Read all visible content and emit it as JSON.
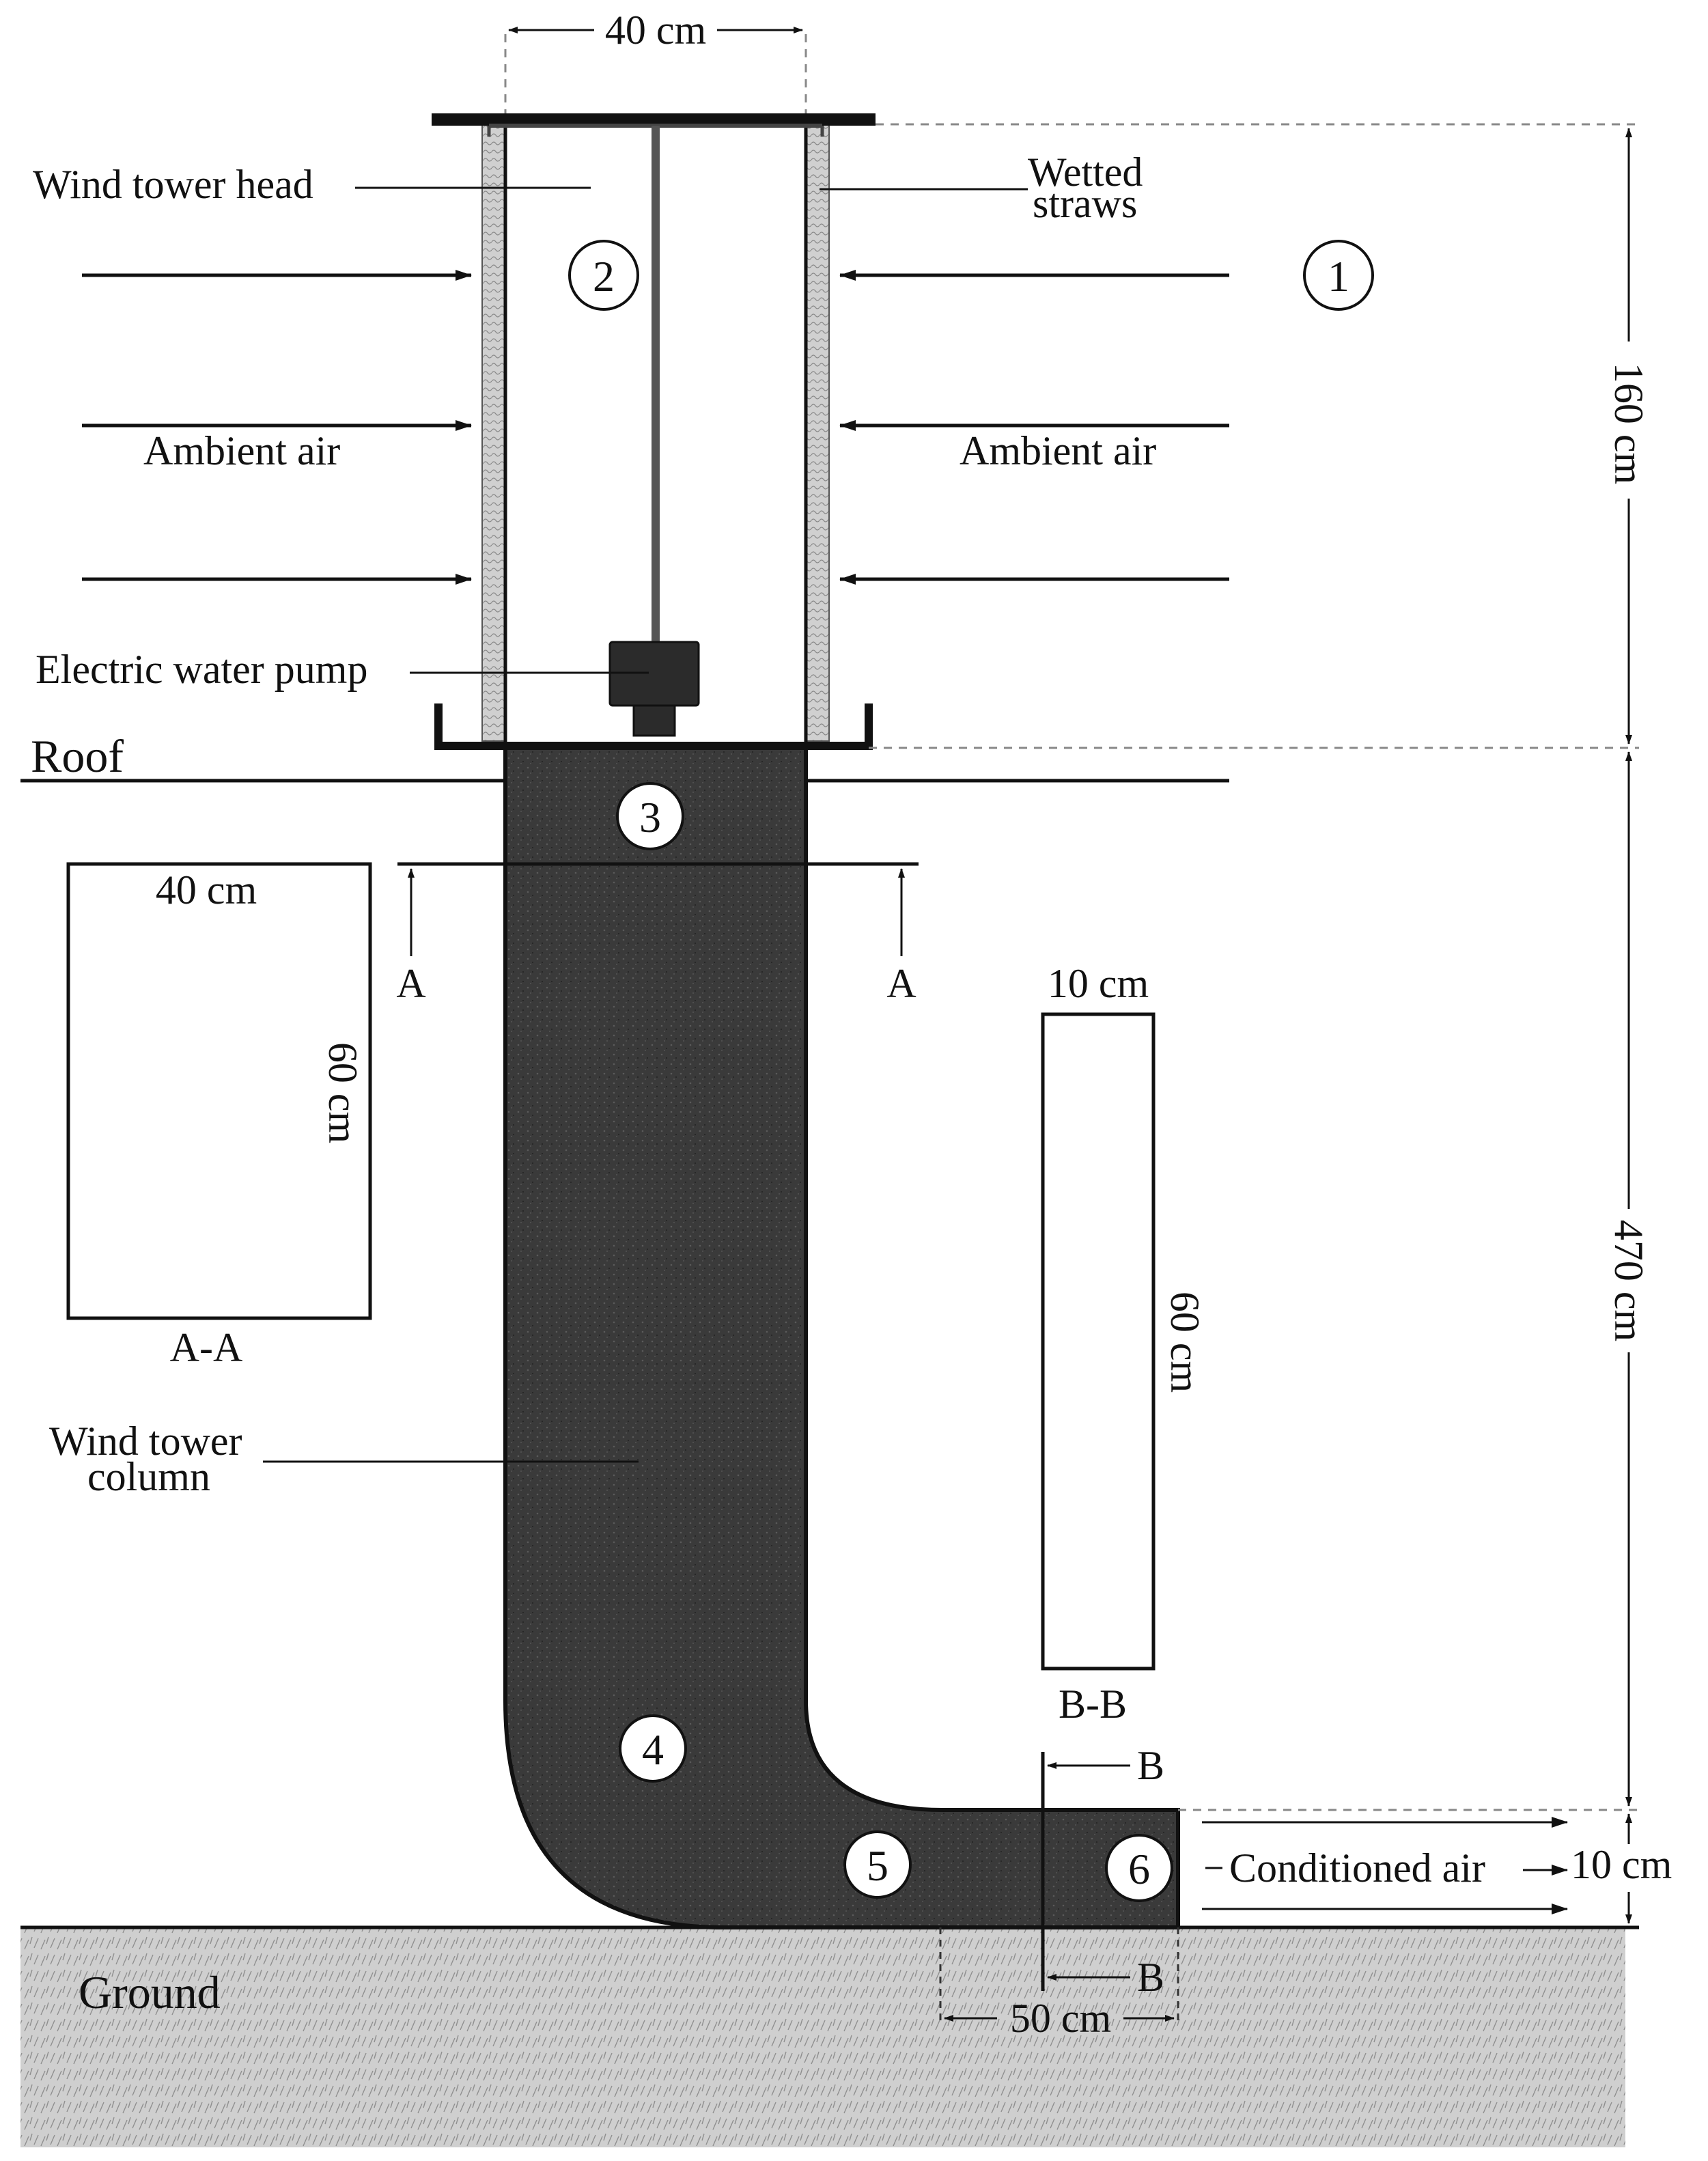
{
  "diagram": {
    "labels": {
      "wind_tower_head": "Wind tower head",
      "wetted_straws_1": "Wetted",
      "wetted_straws_2": "straws",
      "ambient_air_left": "Ambient air",
      "ambient_air_right": "Ambient air",
      "electric_water_pump": "Electric water pump",
      "roof": "Roof",
      "wind_tower_column_1": "Wind tower",
      "wind_tower_column_2": "column",
      "ground": "Ground",
      "conditioned_air": "Conditioned air"
    },
    "dimensions": {
      "head_width": "40 cm",
      "head_height": "160 cm",
      "column_height": "470 cm",
      "outlet_height": "10 cm",
      "outlet_length": "50 cm",
      "section_aa_width": "40 cm",
      "section_aa_height": "60 cm",
      "section_bb_width": "10 cm",
      "section_bb_height": "60 cm"
    },
    "sections": {
      "aa_caption": "A-A",
      "bb_caption": "B-B",
      "marker_a": "A",
      "marker_b": "B"
    },
    "points": [
      "1",
      "2",
      "3",
      "4",
      "5",
      "6"
    ],
    "colors": {
      "column_fill": "#3a3a3a",
      "ground_fill": "#c8c8c8",
      "straw_fill": "#bdbdbd"
    }
  }
}
